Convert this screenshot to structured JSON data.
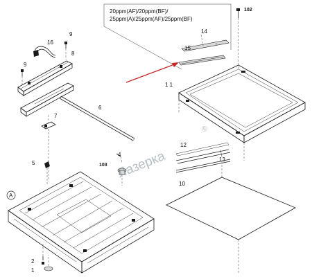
{
  "notes": {
    "line1": "20ppm(AF)/20ppm(BF)/",
    "line2": "25ppm(A)/25ppm(AF)/25ppm(BF)"
  },
  "callouts": {
    "c1": "1",
    "c2": "2",
    "c4": "4",
    "c5": "5",
    "c6": "6",
    "c7": "7",
    "c8": "8",
    "c9a": "9",
    "c9b": "9",
    "c10": "10",
    "c11": "1 1",
    "c12": "12",
    "c13": "13",
    "c14": "14",
    "c15": "15",
    "c16": "16",
    "c102": "102",
    "c103": "103",
    "cA": "A"
  },
  "watermark": "Лазерка",
  "watermark_mark": "®",
  "colors": {
    "arrow": "#c62828",
    "line": "#1a1a1a",
    "watermark": "#7a8a92"
  }
}
